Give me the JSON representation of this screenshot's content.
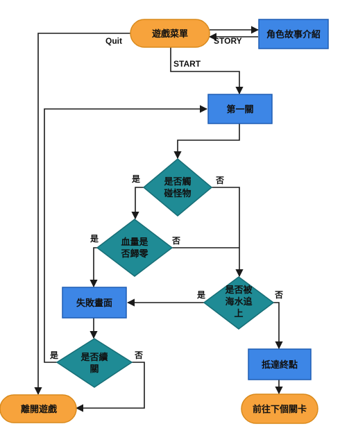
{
  "nodes": {
    "menu": "遊戲菜單",
    "story": "角色故事介紹",
    "level1": "第一關",
    "hit_monster": [
      "是否觸",
      "碰怪物"
    ],
    "hp_zero": [
      "血量是",
      "否歸零"
    ],
    "caught": [
      "是否被",
      "海水追",
      "上"
    ],
    "fail_screen": "失敗畫面",
    "continue_q": [
      "是否續",
      "關"
    ],
    "reach_end": "抵達終點",
    "quit_game": "離開遊戲",
    "next_level": "前往下個關卡"
  },
  "edge_labels": {
    "quit": "Quit",
    "story": "STORY",
    "start": "START"
  },
  "decision_labels": {
    "yes": "是",
    "no": "否"
  },
  "colors": {
    "terminal_fill": "#f7a33c",
    "terminal_stroke": "#d98a1c",
    "process_fill": "#3d86e6",
    "process_stroke": "#1f5db3",
    "decision_fill": "#1f8b95",
    "decision_stroke": "#176e76",
    "line": "#1a1a1a"
  }
}
